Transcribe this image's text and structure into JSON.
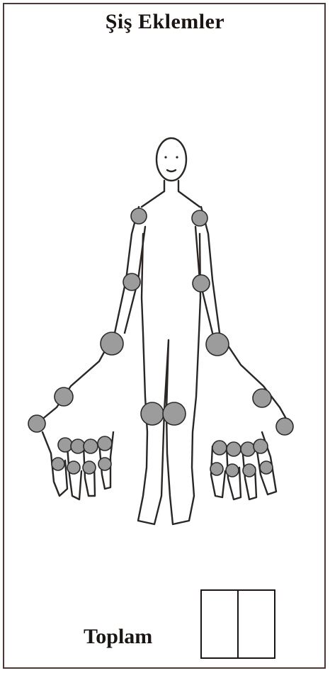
{
  "title": "Şiş Eklemler",
  "total": {
    "label": "Toplam",
    "cells": [
      "",
      ""
    ]
  },
  "figure": {
    "marked_joints": [
      "left-shoulder",
      "right-shoulder",
      "left-elbow",
      "right-elbow",
      "left-wrist",
      "right-wrist",
      "left-knee",
      "right-knee",
      "left-thumb-ip",
      "right-thumb-ip",
      "left-thumb-mcp",
      "right-thumb-mcp",
      "left-mcp-2",
      "left-mcp-3",
      "left-mcp-4",
      "left-mcp-5",
      "right-mcp-2",
      "right-mcp-3",
      "right-mcp-4",
      "right-mcp-5",
      "left-pip-2",
      "left-pip-3",
      "left-pip-4",
      "left-pip-5",
      "right-pip-2",
      "right-pip-3",
      "right-pip-4",
      "right-pip-5"
    ]
  },
  "colors": {
    "ink": "#1a1512",
    "joint_fill": "#9c9c9c",
    "border": "#4a3a36"
  }
}
